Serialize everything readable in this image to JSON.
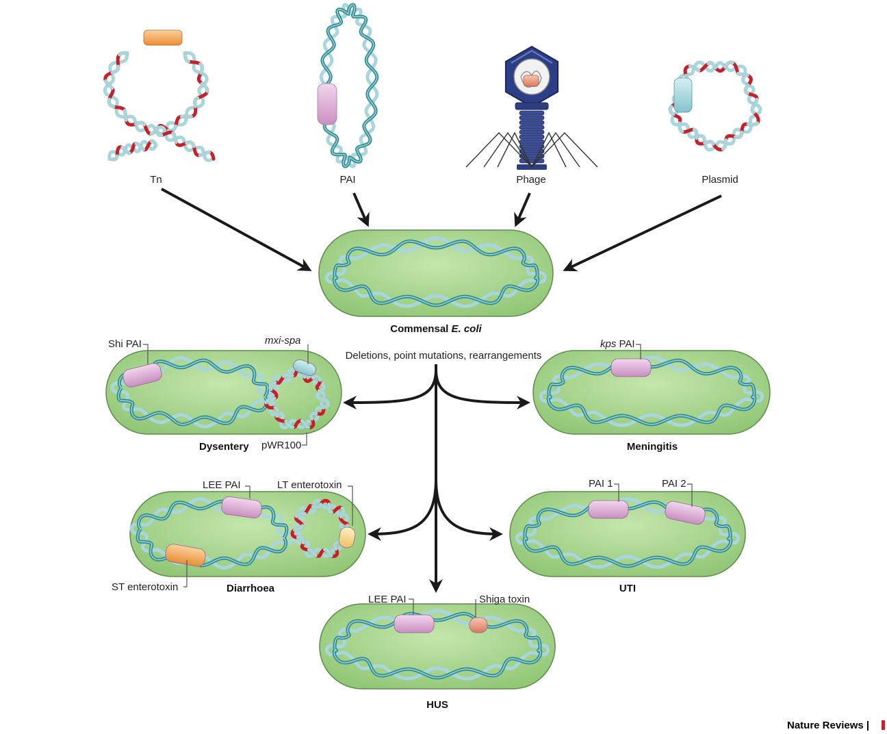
{
  "sources": {
    "tn": "Tn",
    "pai": "PAI",
    "phage": "Phage",
    "plasmid": "Plasmid"
  },
  "commensal": {
    "prefix": "Commensal ",
    "species": "E. coli"
  },
  "process": "Deletions, point mutations, rearrangements",
  "dysentery": {
    "title": "Dysentery",
    "shi_pai": "Shi PAI",
    "mxi_spa": "mxi-spa",
    "plasmid": "pWR100"
  },
  "meningitis": {
    "title": "Meningitis",
    "kps_italic": "kps",
    "kps_rest": " PAI"
  },
  "diarrhoea": {
    "title": "Diarrhoea",
    "lee_pai": "LEE PAI",
    "lt": "LT enterotoxin",
    "st": "ST enterotoxin"
  },
  "uti": {
    "title": "UTI",
    "pai1": "PAI 1",
    "pai2": "PAI 2"
  },
  "hus": {
    "title": "HUS",
    "lee_pai": "LEE PAI",
    "shiga": "Shiga toxin"
  },
  "credit": {
    "journal": "Nature Reviews",
    "sep": " | "
  },
  "colors": {
    "cell_fill": "#a8d58c",
    "cell_stroke": "#5e8a4a",
    "dna_teal": "#2f8c93",
    "dna_light": "#a9d6dc",
    "dna_red": "#c8202a",
    "island_pink": "#e2b8dc",
    "island_blue": "#a8d8e0",
    "island_orange": "#f4a85a",
    "island_yellow": "#f7d98a",
    "island_salmon": "#e8907a",
    "phage_blue": "#2c3f86",
    "arrow": "#1a1a1a"
  }
}
